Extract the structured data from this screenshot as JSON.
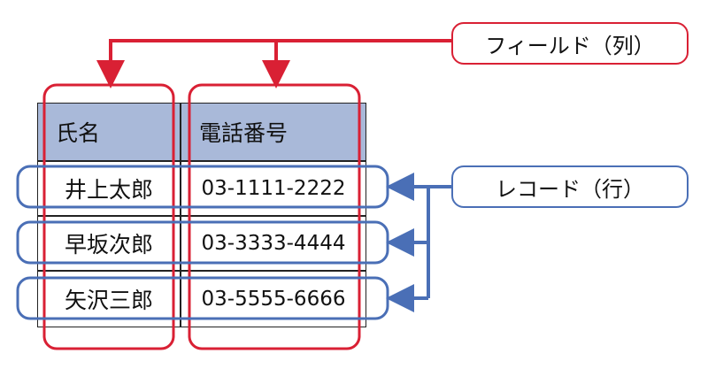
{
  "table": {
    "headers": [
      "氏名",
      "電話番号"
    ],
    "rows": [
      {
        "name": "井上太郎",
        "phone": "03-1111-2222"
      },
      {
        "name": "早坂次郎",
        "phone": "03-3333-4444"
      },
      {
        "name": "矢沢三郎",
        "phone": "03-5555-6666"
      }
    ]
  },
  "labels": {
    "field": "フィールド（列）",
    "record": "レコード（行）"
  },
  "colors": {
    "field_accent": "#d92034",
    "record_accent": "#4a6fb6",
    "header_fill": "#a9b9d9"
  }
}
